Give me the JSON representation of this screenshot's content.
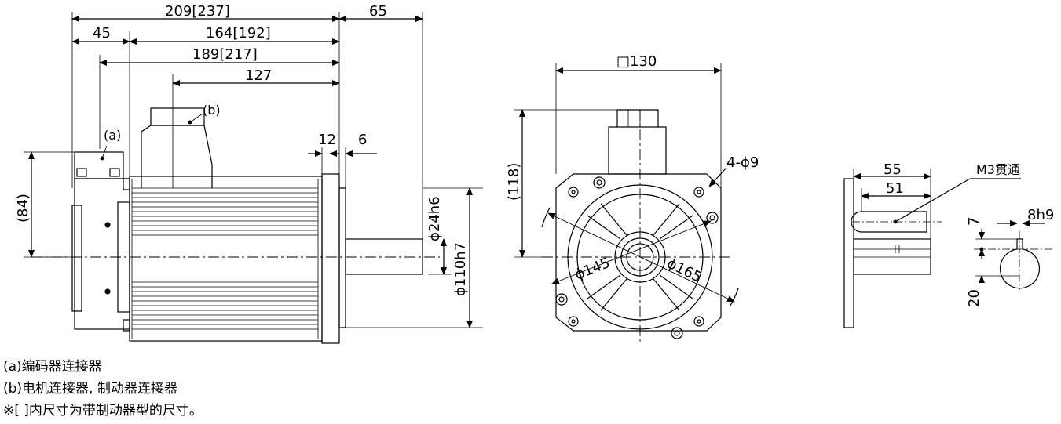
{
  "side_view": {
    "dims": {
      "overall": "209[237]",
      "shaft": "65",
      "encoder_len": "45",
      "body_len": "164[192]",
      "body_len2": "189[217]",
      "connector_pos": "127",
      "flange_thk": "12",
      "step": "6",
      "height": "(84)",
      "shaft_dia": "ϕ24h6",
      "spigot_dia": "ϕ110h7"
    },
    "labels": {
      "encoder": "(a)",
      "power": "(b)"
    }
  },
  "front_view": {
    "dims": {
      "square": "□130",
      "height": "(118)",
      "holes": "4-ϕ9",
      "pcd_small": "ϕ145",
      "pcd_large": "ϕ165"
    }
  },
  "shaft_view": {
    "dims": {
      "len55": "55",
      "len51": "51",
      "thread": "M3贯通",
      "key_w": "8h9",
      "key_h": "7",
      "height20": "20"
    }
  },
  "notes": [
    "(a)编码器连接器",
    "(b)电机连接器, 制动器连接器",
    "※[  ]内尺寸为带制动器型的尺寸。"
  ]
}
